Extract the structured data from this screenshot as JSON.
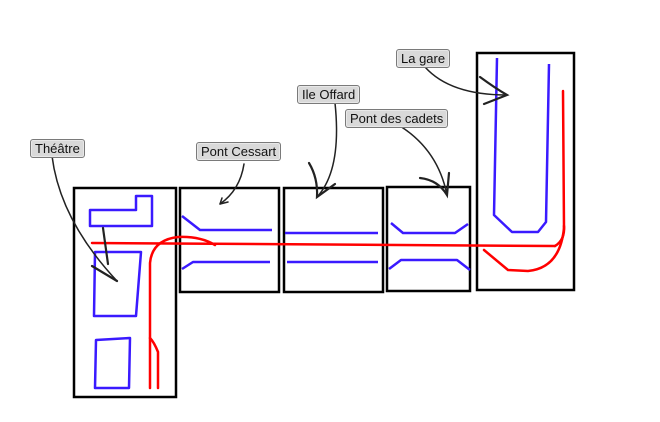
{
  "diagram": {
    "labels": [
      {
        "id": "theatre",
        "text": "Théâtre"
      },
      {
        "id": "pont-cessart",
        "text": "Pont Cessart"
      },
      {
        "id": "ile-offard",
        "text": "Ile Offard"
      },
      {
        "id": "pont-des-cadets",
        "text": "Pont des cadets"
      },
      {
        "id": "la-gare",
        "text": "La gare"
      }
    ],
    "colors": {
      "block_border": "#000000",
      "structure": "#3a1aff",
      "track": "#ff0000",
      "label_bg": "#d9d9d9",
      "arrow": "#222222"
    }
  }
}
